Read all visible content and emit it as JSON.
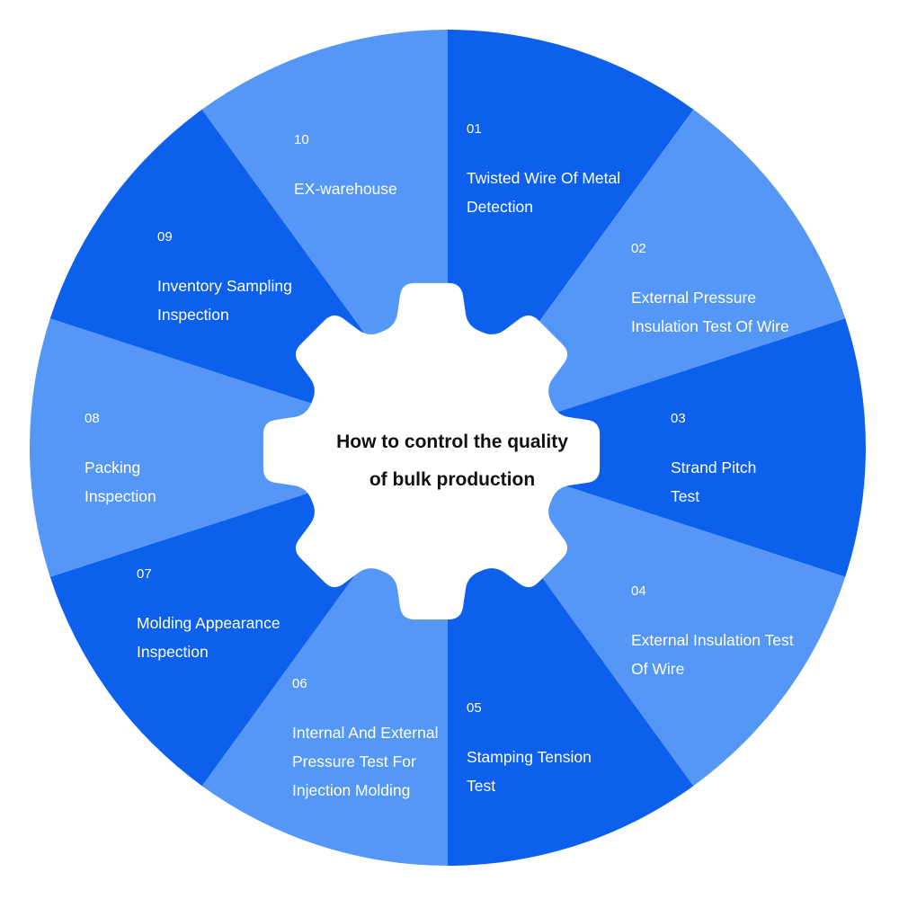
{
  "center": {
    "line1": "How to control the quality",
    "line2": "of bulk production"
  },
  "colors": {
    "dark": "#0c60ec",
    "light": "#5597f6",
    "gear": "#ffffff",
    "center_text": "#111111"
  },
  "steps": [
    {
      "number": "01",
      "lines": [
        "Twisted Wire Of Metal",
        "Detection"
      ],
      "shade": "dark"
    },
    {
      "number": "02",
      "lines": [
        "External Pressure",
        "Insulation Test Of Wire"
      ],
      "shade": "light"
    },
    {
      "number": "03",
      "lines": [
        "Strand Pitch",
        "Test"
      ],
      "shade": "dark"
    },
    {
      "number": "04",
      "lines": [
        "External Insulation Test",
        "Of Wire"
      ],
      "shade": "light"
    },
    {
      "number": "05",
      "lines": [
        "Stamping Tension",
        "Test"
      ],
      "shade": "dark"
    },
    {
      "number": "06",
      "lines": [
        "Internal And External",
        "Pressure Test For",
        "Injection Molding"
      ],
      "shade": "light"
    },
    {
      "number": "07",
      "lines": [
        "Molding Appearance",
        "Inspection"
      ],
      "shade": "dark"
    },
    {
      "number": "08",
      "lines": [
        "Packing",
        "Inspection"
      ],
      "shade": "light"
    },
    {
      "number": "09",
      "lines": [
        "Inventory Sampling",
        "Inspection"
      ],
      "shade": "dark"
    },
    {
      "number": "10",
      "lines": [
        "EX-warehouse"
      ],
      "shade": "light"
    }
  ]
}
